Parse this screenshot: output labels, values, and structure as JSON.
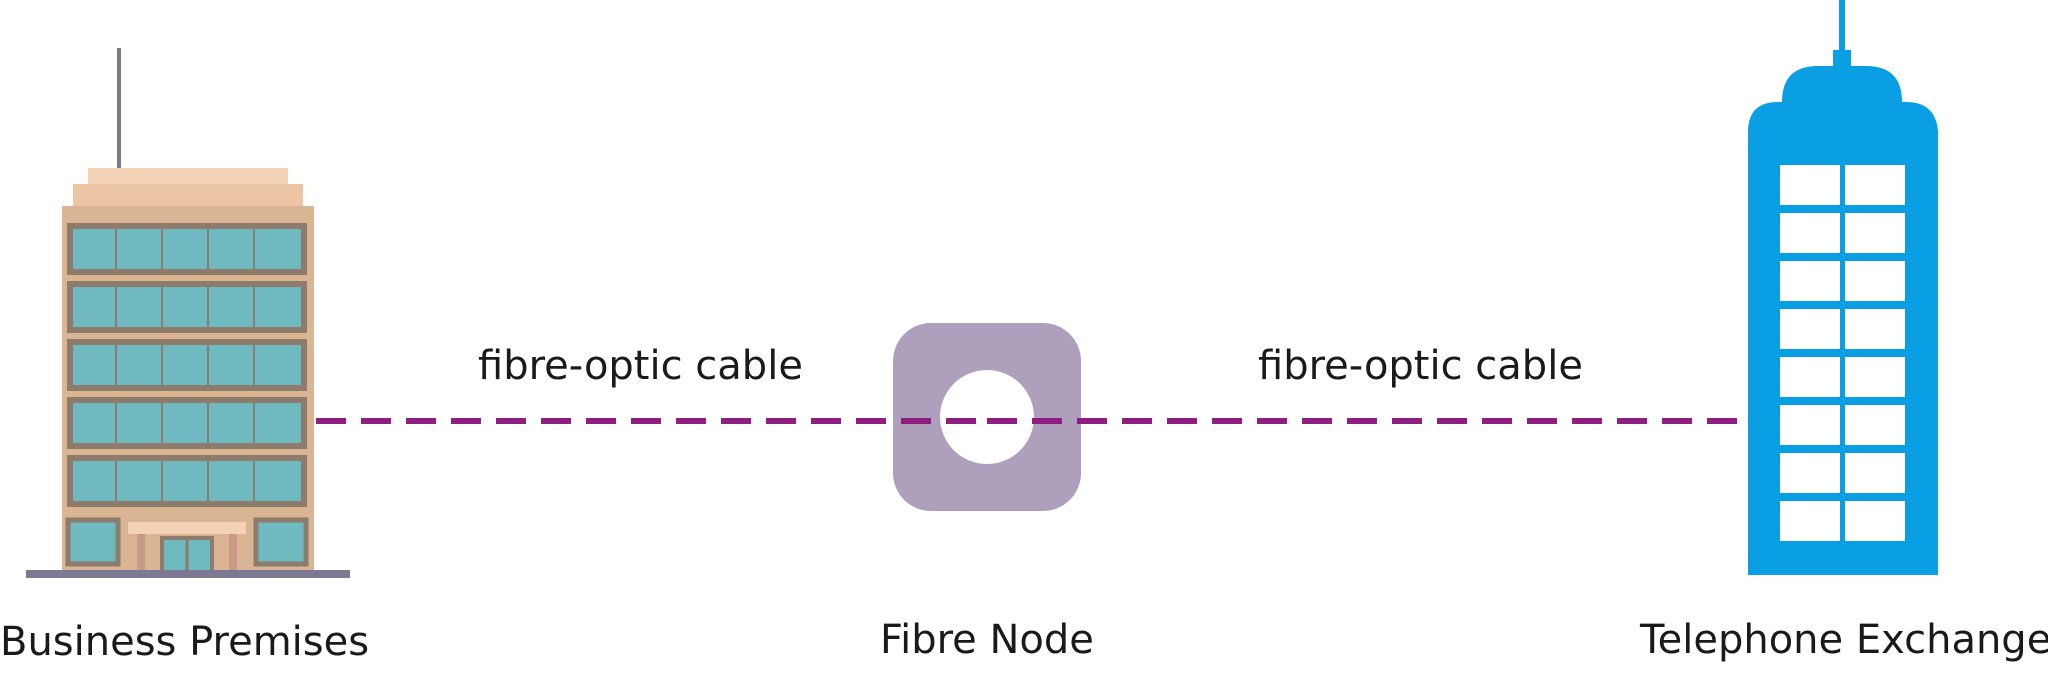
{
  "diagram": {
    "nodes": [
      {
        "id": "business",
        "label": "Business Premises",
        "icon": "office-building-icon"
      },
      {
        "id": "node",
        "label": "Fibre Node",
        "icon": "fibre-node-icon"
      },
      {
        "id": "exchange",
        "label": "Telephone Exchange",
        "icon": "telephone-exchange-tower-icon"
      }
    ],
    "links": [
      {
        "from": "business",
        "to": "node",
        "label": "fibre-optic cable",
        "style": "dashed"
      },
      {
        "from": "node",
        "to": "exchange",
        "label": "fibre-optic cable",
        "style": "dashed"
      }
    ]
  },
  "colors": {
    "cable": "#8e1f80",
    "node": "#ae9fbc",
    "exchange": "#0a9ee2",
    "building_wall": "#d9b593",
    "building_roof": "#f3d2b6",
    "building_window": "#6fb9c1",
    "building_frame": "#8d7b6b",
    "ground": "#7b7a92"
  }
}
